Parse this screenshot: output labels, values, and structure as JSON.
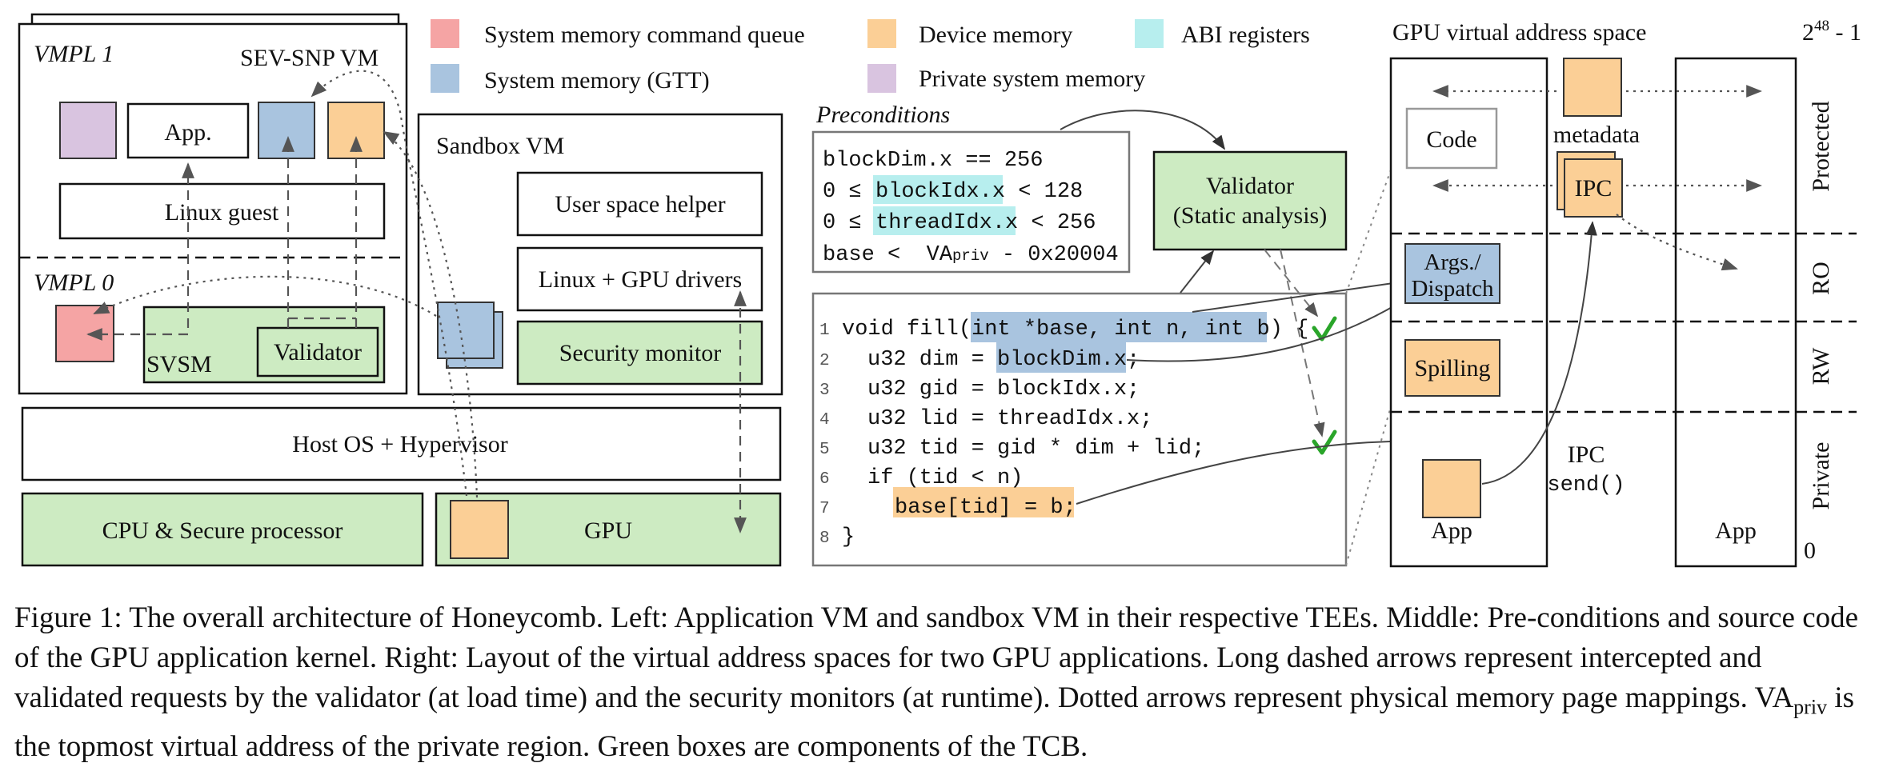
{
  "legend": {
    "items": [
      {
        "label": "System memory command queue",
        "color": "#f5a4a4"
      },
      {
        "label": "Device memory",
        "color": "#fbcf96"
      },
      {
        "label": "ABI registers",
        "color": "#b7eeee"
      },
      {
        "label": "System memory (GTT)",
        "color": "#a9c4df"
      },
      {
        "label": "Private system memory",
        "color": "#d9c4e0"
      }
    ]
  },
  "left": {
    "vmpl1": "VMPL 1",
    "sevsnp": "SEV-SNP VM",
    "app": "App.",
    "linux_guest": "Linux guest",
    "vmpl0": "VMPL 0",
    "svsm": "SVSM",
    "validator": "Validator",
    "sandbox_vm": "Sandbox VM",
    "user_space_helper": "User space helper",
    "linux_gpu_drivers": "Linux + GPU drivers",
    "security_monitor": "Security monitor",
    "host_os": "Host OS + Hypervisor",
    "cpu": "CPU & Secure processor",
    "gpu": "GPU"
  },
  "middle": {
    "preconditions_title": "Preconditions",
    "pre": {
      "l1": "blockDim.x == 256",
      "l2_a": "0 ≤ ",
      "l2_hl": "blockIdx.x",
      "l2_b": " < 128",
      "l3_a": "0 ≤ ",
      "l3_hl": "threadIdx.x",
      "l3_b": " < 256",
      "l4_a": "base <  VA",
      "l4_sub": "priv",
      "l4_b": " - 0x20004"
    },
    "validator_l1": "Validator",
    "validator_l2": "(Static analysis)",
    "code": {
      "line_numbers": [
        "1",
        "2",
        "3",
        "4",
        "5",
        "6",
        "7",
        "8"
      ],
      "l1_a": "void fill(",
      "l1_hl": "int *base, int n, int b",
      "l1_b": ") {",
      "l2_a": "u32 dim = ",
      "l2_hl": "blockDim.x",
      "l2_b": ";",
      "l3": "u32 gid = blockIdx.x;",
      "l4": "u32 lid = threadIdx.x;",
      "l5": "u32 tid = gid * dim + lid;",
      "l6": "if (tid < n)",
      "l7_hl": "base[tid] = b",
      "l7_b": ";",
      "l8": "}"
    }
  },
  "right": {
    "title": "GPU virtual address space",
    "top": "2",
    "top_sup": "48",
    "top_rest": " - 1",
    "bottom": "0",
    "code": "Code",
    "metadata": "metadata",
    "ipc": "IPC",
    "args_l1": "Args./",
    "args_l2": "Dispatch",
    "spilling": "Spilling",
    "ipc_send_l1": "IPC",
    "ipc_send_l2": "send()",
    "app_left": "App",
    "app_right": "App",
    "regions": {
      "protected": "Protected",
      "ro": "RO",
      "rw": "RW",
      "private": "Private"
    }
  },
  "caption": {
    "text1": "Figure 1: The overall architecture of Honeycomb. Left: Application VM and sandbox VM in their respective TEEs. Middle: Pre-conditions and source code of the GPU application kernel. Right: Layout of the virtual address spaces for two GPU applications. Long dashed arrows represent intercepted and validated requests by the validator (at load time) and the security monitors (at runtime). Dotted arrows represent physical memory page mappings. VA",
    "sub": "priv",
    "text2": " is the topmost virtual address of the private region. Green boxes are components of the TCB."
  },
  "colors": {
    "green": "#cdebc2",
    "pink": "#f5a4a4",
    "orange": "#fbcf96",
    "cyan": "#b7eeee",
    "blue": "#a9c4df",
    "purple": "#d9c4e0",
    "check": "#2aa52a"
  }
}
